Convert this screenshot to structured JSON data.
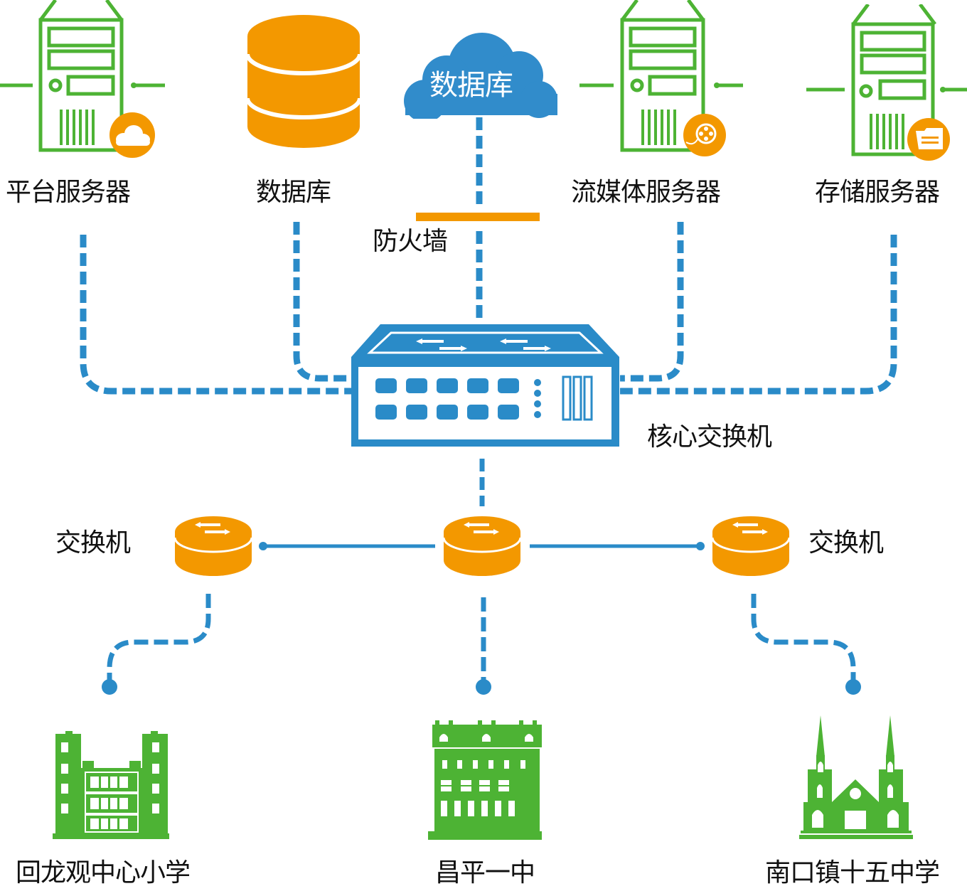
{
  "title": "校园网络拓扑图",
  "colors": {
    "green": "#4db334",
    "orange": "#f39800",
    "blue": "#2a8bc8",
    "cloud_blue": "#318ccb",
    "text": "#111111"
  },
  "servers": [
    {
      "id": "platform",
      "label": "平台服务器",
      "badge_icon": "cloud-icon"
    },
    {
      "id": "media",
      "label": "流媒体服务器",
      "badge_icon": "film-reel-icon"
    },
    {
      "id": "storage",
      "label": "存储服务器",
      "badge_icon": "folder-icon"
    }
  ],
  "database": {
    "label": "数据库"
  },
  "cloud": {
    "label": "数据库"
  },
  "firewall": {
    "label": "防火墙"
  },
  "core_switch": {
    "label": "核心交换机"
  },
  "switches": [
    {
      "id": "left",
      "label": "交换机"
    },
    {
      "id": "center",
      "label": ""
    },
    {
      "id": "right",
      "label": "交换机"
    }
  ],
  "schools": [
    {
      "id": "huilongguan",
      "label": "回龙观中心小学",
      "icon": "school-building-icon"
    },
    {
      "id": "changping1",
      "label": "昌平一中",
      "icon": "school-building-icon"
    },
    {
      "id": "nankou15",
      "label": "南口镇十五中学",
      "icon": "church-building-icon"
    }
  ]
}
